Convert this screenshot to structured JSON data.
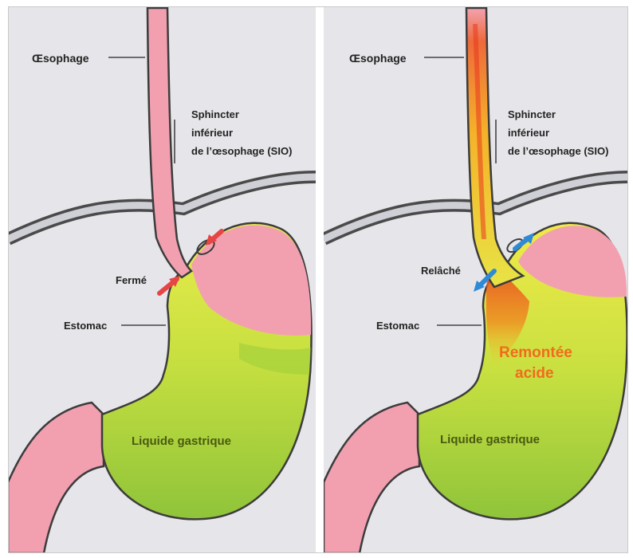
{
  "colors": {
    "background": "#e6e6ea",
    "tissue": "#f2a0b0",
    "tissue_outline": "#3c3c3c",
    "fluid_yellow": "#e4e84a",
    "fluid_green": "#9fcd3a",
    "acid_red": "#e8381e",
    "acid_orange": "#f6a020",
    "arrow_red": "#e64545",
    "arrow_blue": "#2f8ad6",
    "acid_text": "#f26b1d"
  },
  "panel_closed": {
    "esophagus_label": "Œsophage",
    "sphincter_label": [
      "Sphincter",
      "inférieur",
      "de l’œsophage (SIO)"
    ],
    "state_label": "Fermé",
    "stomach_label": "Estomac",
    "fluid_label": "Liquide gastrique",
    "arrow_icon": "red-pinch-arrow-icon"
  },
  "panel_open": {
    "esophagus_label": "Œsophage",
    "sphincter_label": [
      "Sphincter",
      "inférieur",
      "de l’œsophage (SIO)"
    ],
    "state_label": "Relâché",
    "stomach_label": "Estomac",
    "fluid_label": "Liquide gastrique",
    "reflux_label": [
      "Remontée",
      "acide"
    ],
    "arrow_icon": "blue-release-arrow-icon"
  }
}
